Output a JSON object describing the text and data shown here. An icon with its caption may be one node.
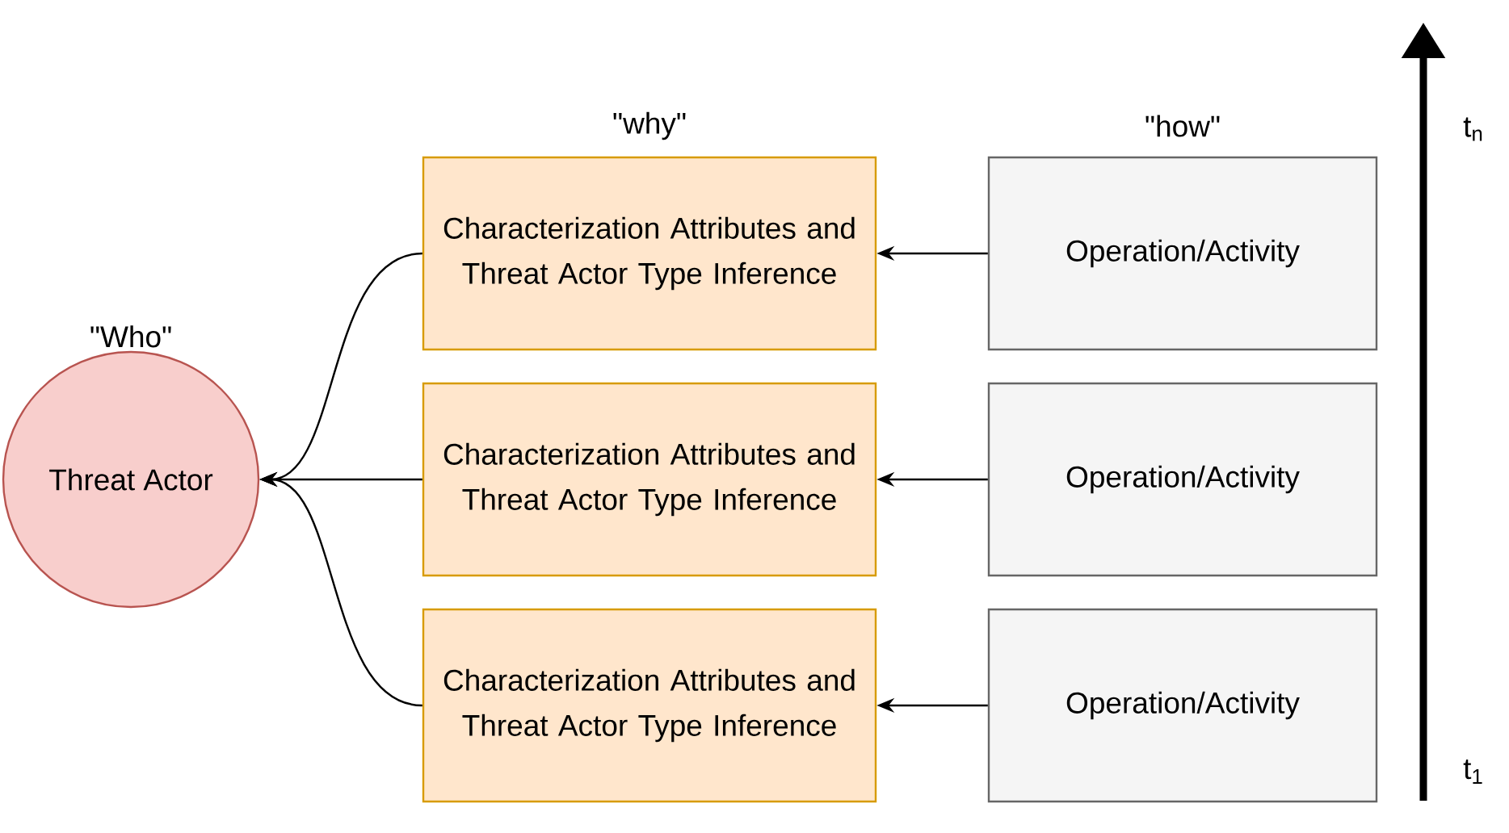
{
  "diagram": {
    "nodes": [
      {
        "text": [
          "\"Who\"",
          "Threat Actor"
        ]
      },
      {
        "text": [
          "Characterization Attributes and Threat Actor Type Inference"
        ]
      },
      {
        "text": [
          "Characterization Attributes and Threat Actor Type Inference"
        ]
      },
      {
        "text": [
          "Characterization Attributes and Threat Actor Type Inference"
        ]
      },
      {
        "text": [
          "Operation/Activity"
        ]
      },
      {
        "text": [
          "Operation/Activity"
        ]
      },
      {
        "text": [
          "Operation/Activity"
        ]
      }
    ],
    "edges": [
      {
        "from": 4,
        "to": 1,
        "arrow": "to"
      },
      {
        "from": 5,
        "to": 2,
        "arrow": "to"
      },
      {
        "from": 6,
        "to": 3,
        "arrow": "to"
      },
      {
        "from": 1,
        "to": 0,
        "arrow": "to"
      },
      {
        "from": 2,
        "to": 0,
        "arrow": "to"
      },
      {
        "from": 3,
        "to": 0,
        "arrow": "to"
      }
    ],
    "labels": [
      "\"why\"",
      "\"how\"",
      "t$_{n}$",
      "t$_{1}$"
    ]
  }
}
